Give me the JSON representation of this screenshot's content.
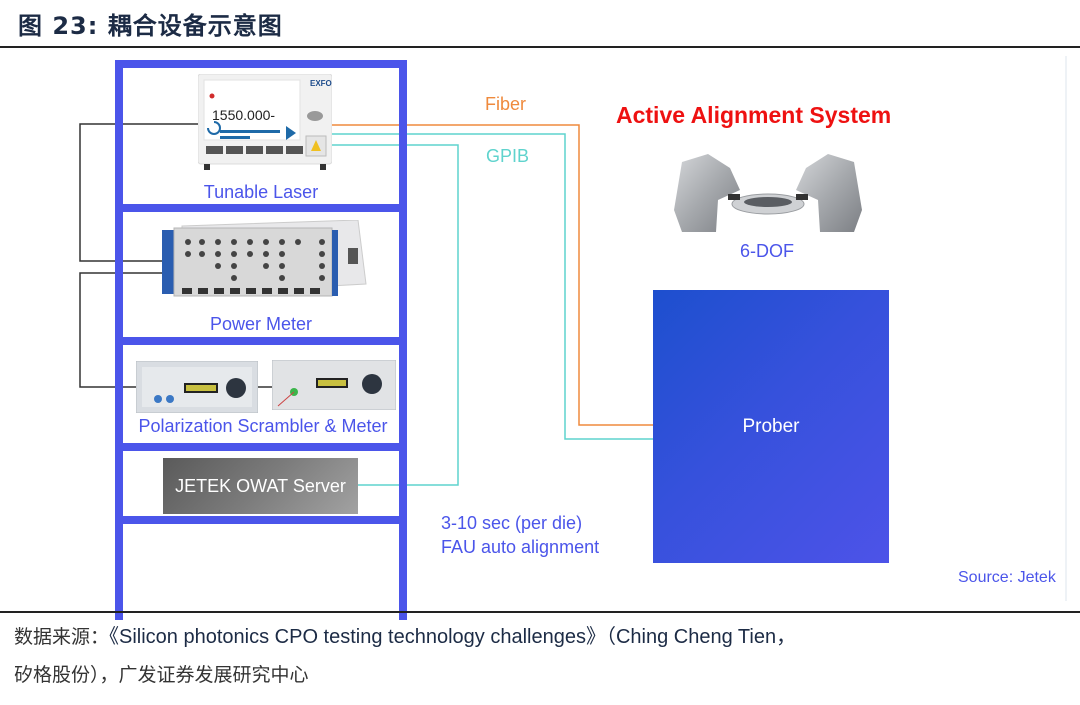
{
  "figure": {
    "title": "图 23: 耦合设备示意图"
  },
  "rack": {
    "modules": [
      {
        "label": "Tunable Laser",
        "device": "tunable-laser",
        "display_value": "1550.000-",
        "brand": "EXFO"
      },
      {
        "label": "Power Meter",
        "device": "power-meter"
      },
      {
        "label": "Polarization Scrambler & Meter",
        "device": "polarization-scrambler-meter"
      },
      {
        "label": "JETEK OWAT Server",
        "device": "server"
      }
    ]
  },
  "connections": {
    "fiber_label": "Fiber",
    "gpib_label": "GPIB",
    "colors": {
      "fiber": "#ef8a3d",
      "gpib": "#5fd3cd",
      "internal": "#333333",
      "rack": "#4b55ea"
    }
  },
  "alignment_system": {
    "title": "Active Alignment System",
    "stage_label": "6-DOF",
    "prober_label": "Prober",
    "note_line1": "3-10 sec (per die)",
    "note_line2": "FAU auto alignment",
    "image_source": "Source: Jetek"
  },
  "source": {
    "prefix": "数据来源：",
    "text": "《Silicon photonics CPO testing technology challenges》（Ching Cheng Tien，",
    "line2": "矽格股份），广发证券发展研究中心"
  }
}
